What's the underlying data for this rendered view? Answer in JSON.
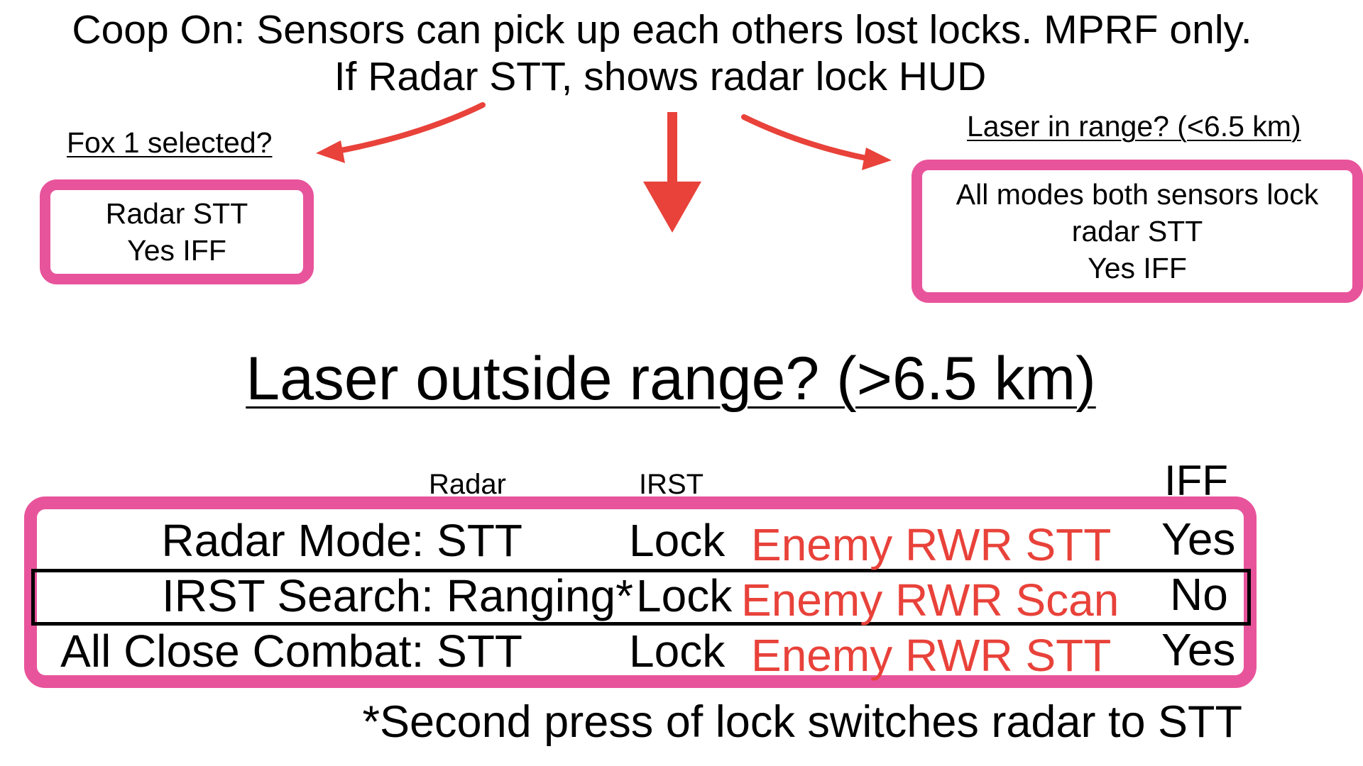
{
  "header": {
    "line1": "Coop On: Sensors can pick up each others lost locks. MPRF only.",
    "line2": "If Radar STT, shows radar lock HUD"
  },
  "left_branch": {
    "question": "Fox 1 selected?",
    "lines": [
      "Radar STT",
      "Yes IFF"
    ]
  },
  "right_branch": {
    "question": "Laser in range? (<6.5 km)",
    "lines": [
      "All modes both sensors lock",
      "radar STT",
      "Yes IFF"
    ]
  },
  "center_branch": {
    "question": "Laser outside range? (>6.5 km)"
  },
  "table": {
    "headers": {
      "radar": "Radar",
      "irst": "IRST",
      "iff": "IFF"
    },
    "rows": [
      {
        "mode": "Radar Mode: STT",
        "irst": "Lock",
        "rwr": "Enemy RWR STT",
        "iff": "Yes"
      },
      {
        "mode": "IRST Search: Ranging*",
        "irst": "Lock",
        "rwr": "Enemy RWR Scan",
        "iff": "No"
      },
      {
        "mode": "All Close Combat: STT",
        "irst": "Lock",
        "rwr": "Enemy RWR STT",
        "iff": "Yes"
      }
    ]
  },
  "footnote": "*Second press of lock switches radar to STT",
  "colors": {
    "box_border": "#e8549b",
    "arrow": "#e8423a",
    "rwr_text": "#e8423a"
  }
}
